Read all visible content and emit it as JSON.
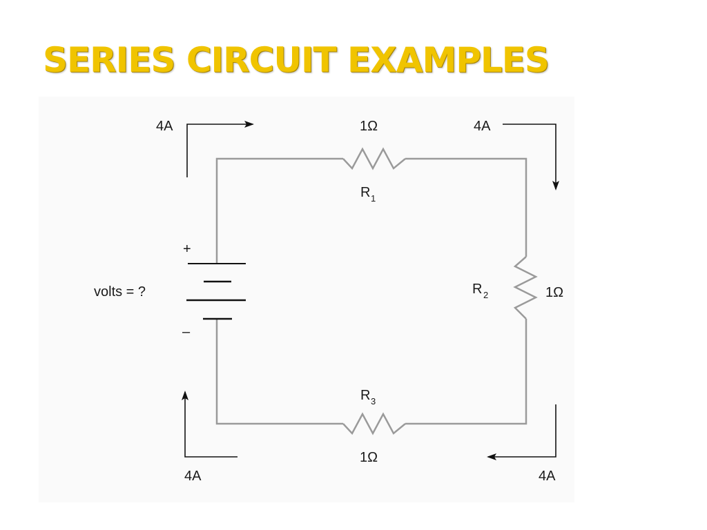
{
  "slide": {
    "title": "SERIES CIRCUIT EXAMPLES"
  },
  "circuit": {
    "battery": {
      "label": "volts = ?",
      "plus": "+",
      "minus": "–"
    },
    "resistors": [
      {
        "name": "R",
        "subscript": "1",
        "value": "1Ω"
      },
      {
        "name": "R",
        "subscript": "2",
        "value": "1Ω"
      },
      {
        "name": "R",
        "subscript": "3",
        "value": "1Ω"
      }
    ],
    "currents": {
      "top_left": "4A",
      "top_right": "4A",
      "bottom_left": "4A",
      "bottom_right": "4A"
    }
  }
}
